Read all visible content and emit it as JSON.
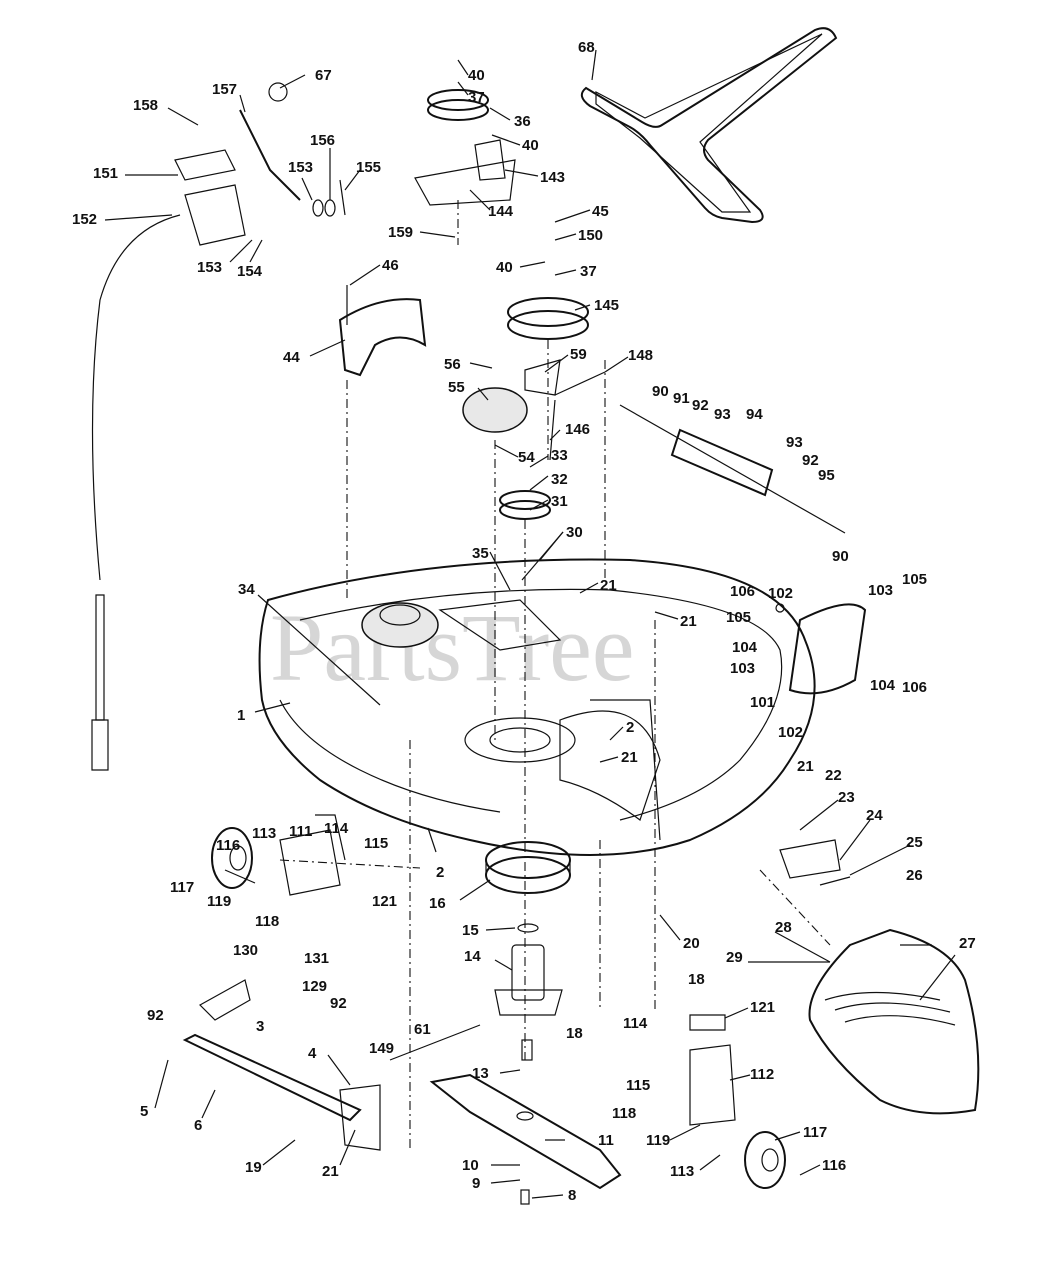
{
  "watermark": "PartsTree",
  "callouts": [
    "68",
    "67",
    "157",
    "158",
    "156",
    "153",
    "155",
    "151",
    "152",
    "153",
    "154",
    "40",
    "37",
    "36",
    "40",
    "143",
    "144",
    "159",
    "45",
    "150",
    "40",
    "37",
    "145",
    "46",
    "44",
    "56",
    "55",
    "59",
    "148",
    "90",
    "91",
    "92",
    "93",
    "94",
    "146",
    "54",
    "33",
    "32",
    "93",
    "92",
    "95",
    "31",
    "90",
    "35",
    "30",
    "34",
    "21",
    "21",
    "106",
    "102",
    "105",
    "103",
    "105",
    "104",
    "103",
    "104",
    "106",
    "101",
    "102",
    "1",
    "2",
    "21",
    "2",
    "116",
    "113",
    "111",
    "114",
    "115",
    "117",
    "119",
    "118",
    "121",
    "16",
    "15",
    "21",
    "22",
    "23",
    "24",
    "25",
    "26",
    "14",
    "20",
    "27",
    "28",
    "29",
    "130",
    "131",
    "129",
    "92",
    "92",
    "3",
    "61",
    "18",
    "121",
    "114",
    "4",
    "149",
    "13",
    "18",
    "115",
    "112",
    "5",
    "6",
    "118",
    "11",
    "119",
    "117",
    "10",
    "9",
    "8",
    "19",
    "21",
    "113",
    "116"
  ]
}
